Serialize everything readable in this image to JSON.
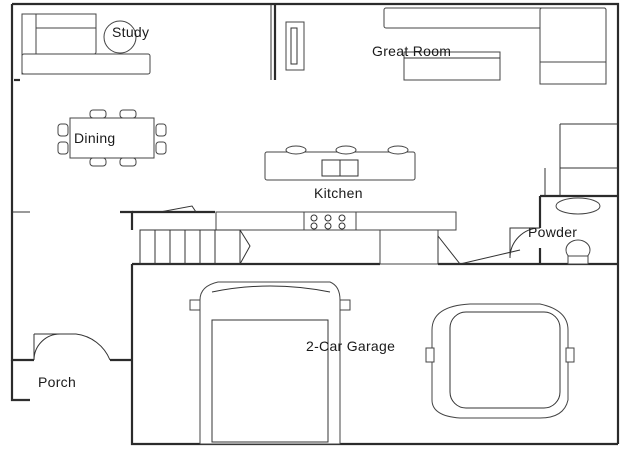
{
  "floor_plan": {
    "rooms": {
      "study": "Study",
      "great_room": "Great Room",
      "dining": "Dining",
      "kitchen": "Kitchen",
      "powder": "Powder",
      "garage": "2-Car Garage",
      "porch": "Porch"
    }
  },
  "colors": {
    "line": "#2b2b2b",
    "background": "#ffffff"
  }
}
